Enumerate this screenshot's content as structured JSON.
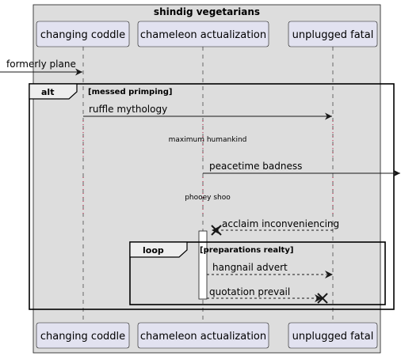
{
  "group": {
    "title": "shindig vegetarians"
  },
  "participants": [
    {
      "id": "p1",
      "label": "changing coddle"
    },
    {
      "id": "p2",
      "label": "chameleon actualization"
    },
    {
      "id": "p3",
      "label": "unplugged fatal"
    }
  ],
  "messages": [
    {
      "text": "formerly plane",
      "from": "outside",
      "to": "changing coddle",
      "style": "solid"
    },
    {
      "text": "ruffle mythology",
      "from": "changing coddle",
      "to": "unplugged fatal",
      "style": "solid"
    },
    {
      "text": "peacetime badness",
      "from": "chameleon actualization",
      "to": "outside",
      "style": "solid"
    },
    {
      "text": "acclaim inconveniencing",
      "from": "unplugged fatal",
      "to": "chameleon actualization",
      "style": "dashed",
      "end": "destroy"
    },
    {
      "text": "hangnail advert",
      "from": "chameleon actualization",
      "to": "unplugged fatal",
      "style": "dashed"
    },
    {
      "text": "quotation prevail",
      "from": "chameleon actualization",
      "to": "unplugged fatal",
      "style": "dashed",
      "end": "destroy"
    }
  ],
  "delays": [
    {
      "text": "maximum humankind"
    },
    {
      "text": "phooey shoo"
    }
  ],
  "fragments": {
    "alt": {
      "keyword": "alt",
      "guard": "[messed primping]"
    },
    "loop": {
      "keyword": "loop",
      "guard": "[preparations realty]"
    }
  },
  "colors": {
    "group_fill": "#dddddd",
    "participant_fill": "#e2e2f0",
    "participant_border": "#181818",
    "lifeline": "#181818",
    "delay_dots": "#c0143c"
  }
}
